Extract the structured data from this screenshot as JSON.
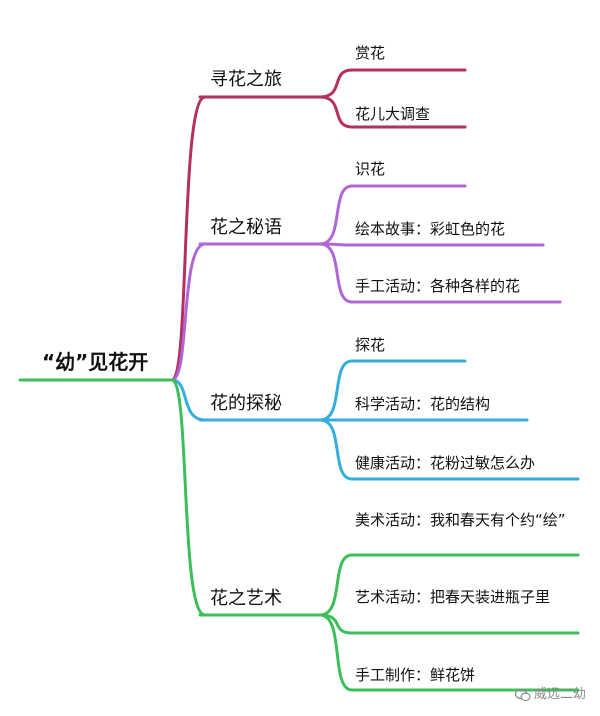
{
  "root": "“幼”见花开",
  "branches": [
    {
      "label": "寻花之旅",
      "color": "#b5305f",
      "leaves": [
        "赏花",
        "花儿大调查"
      ]
    },
    {
      "label": "花之秘语",
      "color": "#b067d6",
      "leaves": [
        "识花",
        "绘本故事：彩虹色的花",
        "手工活动：各种各样的花"
      ]
    },
    {
      "label": "花的探秘",
      "color": "#35aede",
      "leaves": [
        "探花",
        "科学活动：花的结构",
        "健康活动：花粉过敏怎么办"
      ]
    },
    {
      "label": "花之艺术",
      "color": "#3cbf5a",
      "leaves": [
        "美术活动：我和春天有个约“绘”",
        "艺术活动：把春天装进瓶子里",
        "手工制作：鲜花饼"
      ]
    }
  ],
  "root_color": "#3cbf5a",
  "watermark": "威远二幼"
}
